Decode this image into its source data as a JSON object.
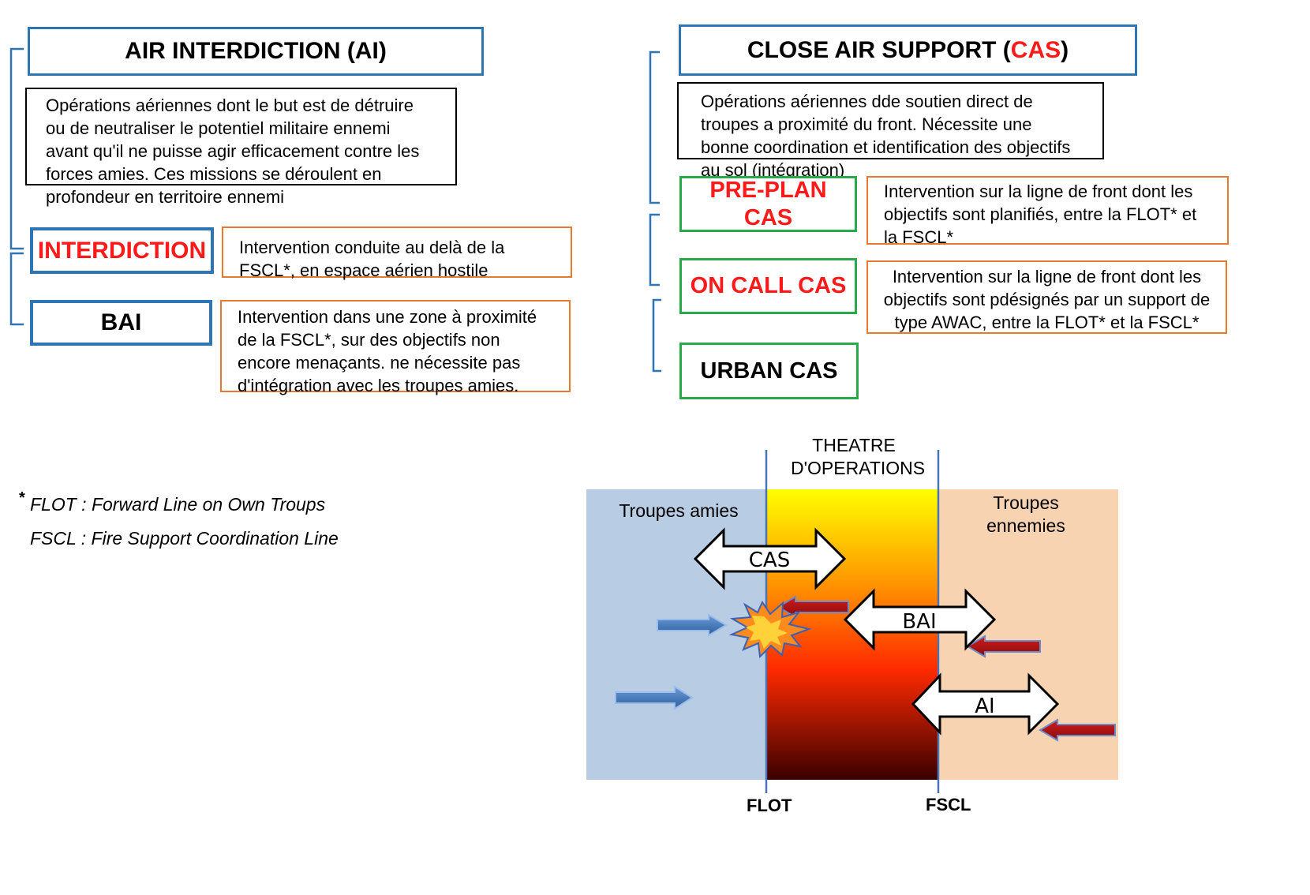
{
  "ai": {
    "title": "AIR INTERDICTION (AI)",
    "description": "Opérations aériennes dont le but est de détruire ou de neutraliser le potentiel militaire ennemi avant qu'il ne puisse agir efficacement contre les forces amies. Ces missions se déroulent  en profondeur en territoire ennemi",
    "interdiction": {
      "label": "INTERDICTION",
      "text": "Intervention conduite au delà de la FSCL*, en espace aérien hostile"
    },
    "bai": {
      "label": "BAI",
      "text": "Intervention dans une zone à proximité de la FSCL*, sur des objectifs non encore menaçants. ne nécessite pas d'intégration avec les troupes amies."
    }
  },
  "cas": {
    "title_prefix": "CLOSE AIR SUPPORT (",
    "title_accent": "CAS",
    "title_suffix": ")",
    "description": "Opérations aériennes dde soutien direct de troupes a proximité du front. Nécessite une bonne coordination et identification des objectifs au sol (intégration)",
    "preplan": {
      "label_line1": "PRE-PLAN",
      "label_line2": "CAS",
      "text": "Intervention sur la ligne de front dont les objectifs sont planifiés, entre la FLOT* et la FSCL*"
    },
    "oncall": {
      "label": "ON CALL CAS",
      "text": "Intervention sur la ligne de front dont les objectifs sont pdésignés par un support de type AWAC, entre la FLOT* et la FSCL*"
    },
    "urban": {
      "label": "URBAN CAS"
    }
  },
  "footnotes": {
    "marker": "*",
    "flot": "FLOT : Forward Line on Own Troups",
    "fscl": "FSCL : Fire Support Coordination Line"
  },
  "diagram": {
    "theatre_line1": "THEATRE",
    "theatre_line2": "D'OPERATIONS",
    "friendly": "Troupes amies",
    "enemy_line1": "Troupes",
    "enemy_line2": "ennemies",
    "arrow_cas": "CAS",
    "arrow_bai": "BAI",
    "arrow_ai": "AI",
    "flot_label": "FLOT",
    "fscl_label": "FSCL"
  },
  "colors": {
    "title_blue": "#2e75b6",
    "accent_red": "#ff1a1a",
    "green_border": "#2aa94a",
    "orange_border": "#e87a2d",
    "friendly_zone": "#b8cce4",
    "enemy_zone": "#f8d3b1"
  }
}
